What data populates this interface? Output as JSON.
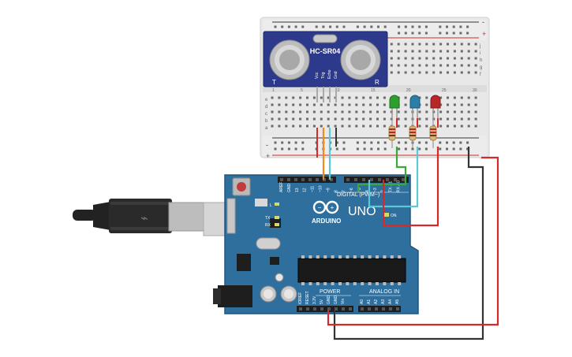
{
  "sensor": {
    "model": "HC-SR04",
    "left_mark": "T",
    "right_mark": "R",
    "pins": [
      "Vcc",
      "Trig",
      "Echo",
      "Gnd"
    ]
  },
  "breadboard": {
    "rail_plus": "+",
    "rail_minus": "-",
    "row_letters_top": [
      "j",
      "i",
      "h",
      "g",
      "f"
    ],
    "row_letters_bottom": [
      "e",
      "d",
      "c",
      "b",
      "a"
    ],
    "col_numbers": [
      "1",
      "5",
      "10",
      "15",
      "20",
      "25",
      "30"
    ]
  },
  "leds": [
    {
      "color_name": "green",
      "color": "#2e9e2e"
    },
    {
      "color_name": "blue",
      "color": "#2a7fa6"
    },
    {
      "color_name": "red",
      "color": "#b8262a"
    }
  ],
  "arduino": {
    "brand": "ARDUINO",
    "model": "UNO",
    "digital_label": "DIGITAL (PWM~)",
    "power_label": "POWER",
    "analog_label": "ANALOG IN",
    "on_label": "ON",
    "l_label": "L",
    "tx_label": "TX",
    "rx_label": "RX",
    "top_header_pins": [
      "AREF",
      "GND",
      "13",
      "12",
      "~11",
      "~10",
      "~9",
      "8",
      "7",
      "~6",
      "~5",
      "4",
      "~3",
      "2",
      "TX→1",
      "RX←0"
    ],
    "power_pins": [
      "IOREF",
      "RESET",
      "3.3V",
      "5V",
      "GND",
      "GND",
      "Vin"
    ],
    "analog_pins": [
      "A0",
      "A1",
      "A2",
      "A3",
      "A4",
      "A5"
    ]
  },
  "colors": {
    "board_blue": "#2f6f9e",
    "breadboard": "#e9e9e9",
    "wire_red": "#d42a2a",
    "wire_black": "#333333",
    "wire_orange": "#f08a1c",
    "wire_cyan": "#5cc7d6",
    "wire_green": "#3aa83a"
  }
}
